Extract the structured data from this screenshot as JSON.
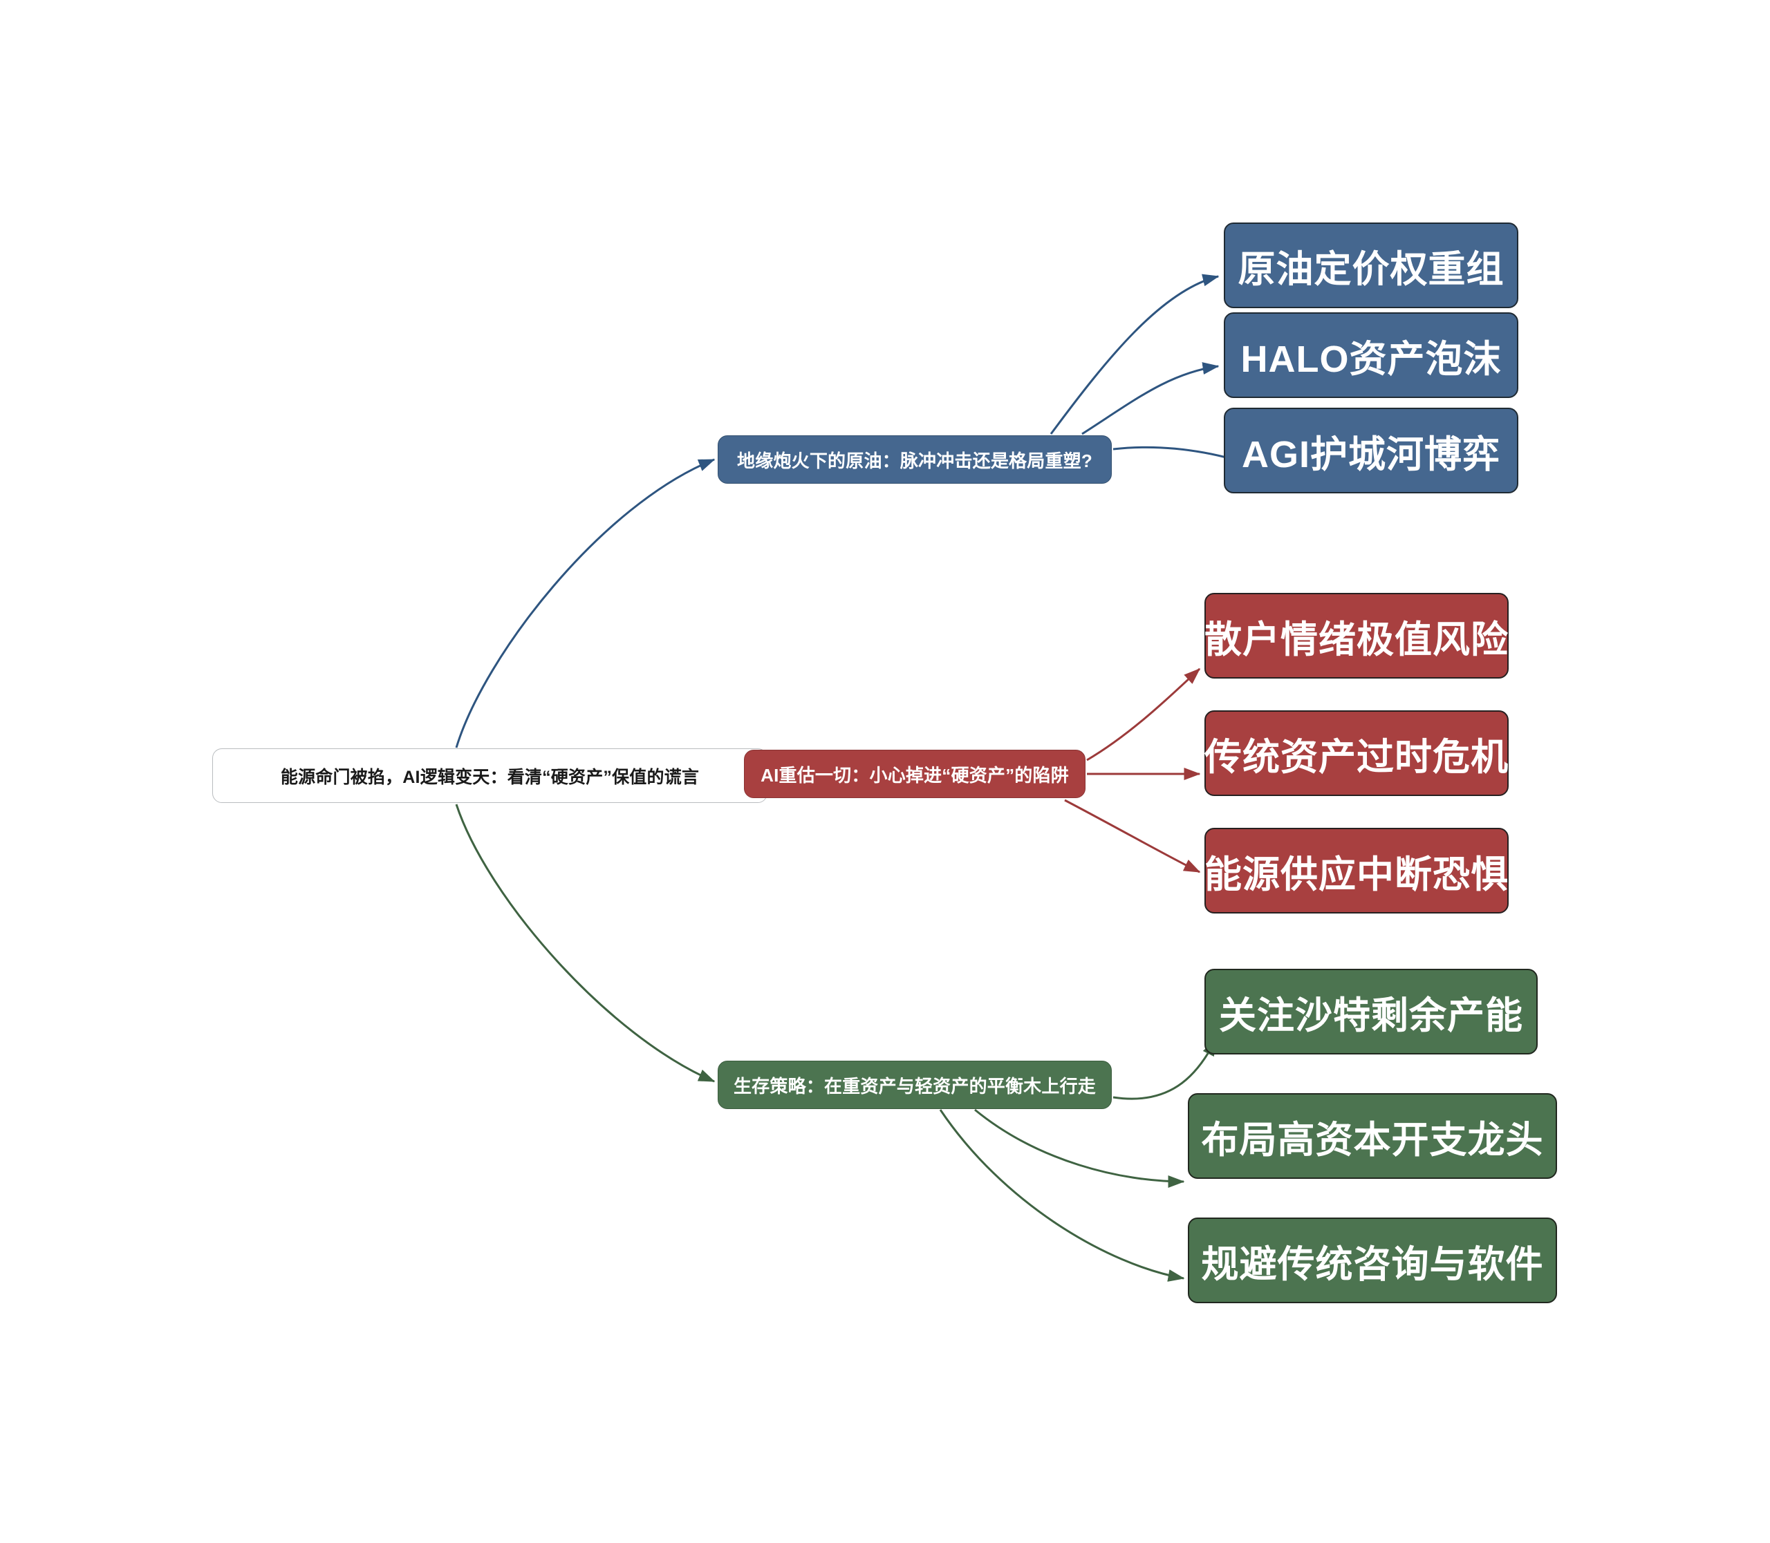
{
  "diagram": {
    "type": "mindmap",
    "title": "能源命门被掐，AI逻辑变天：看清“硬资产”保值的谎言",
    "colors": {
      "blue": "#45678f",
      "red": "#a84040",
      "green": "#4c7450",
      "root_background": "#ffffff",
      "canvas_background": "#ffffff"
    }
  },
  "root": {
    "label": "能源命门被掐，AI逻辑变天：看清“硬资产”保值的谎言"
  },
  "branches": [
    {
      "id": "branch-oil",
      "label": "地缘炮火下的原油：脉冲冲击还是格局重塑?",
      "color": "blue",
      "leaves": [
        {
          "id": "leaf-oil-1",
          "label": "原油定价权重组"
        },
        {
          "id": "leaf-oil-2",
          "label": "HALO资产泡沫"
        },
        {
          "id": "leaf-oil-3",
          "label": "AGI护城河博弈"
        }
      ]
    },
    {
      "id": "branch-ai",
      "label": "AI重估一切：小心掉进“硬资产”的陷阱",
      "color": "red",
      "leaves": [
        {
          "id": "leaf-ai-1",
          "label": "散户情绪极值风险"
        },
        {
          "id": "leaf-ai-2",
          "label": "传统资产过时危机"
        },
        {
          "id": "leaf-ai-3",
          "label": "能源供应中断恐惧"
        }
      ]
    },
    {
      "id": "branch-strategy",
      "label": "生存策略：在重资产与轻资产的平衡木上行走",
      "color": "green",
      "leaves": [
        {
          "id": "leaf-strategy-1",
          "label": "关注沙特剩余产能"
        },
        {
          "id": "leaf-strategy-2",
          "label": "布局高资本开支龙头"
        },
        {
          "id": "leaf-strategy-3",
          "label": "规避传统咨询与软件"
        }
      ]
    }
  ]
}
